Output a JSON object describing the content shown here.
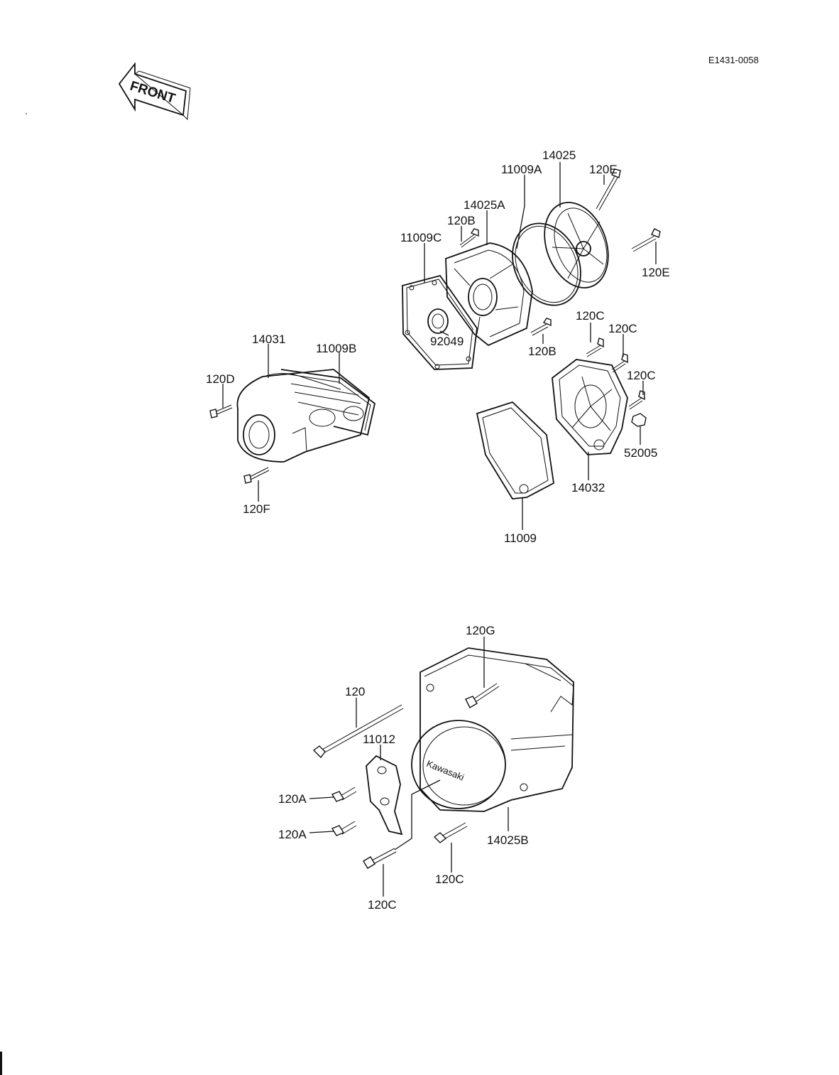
{
  "diagram_code": "E1431-0058",
  "front_arrow_label": "FRONT",
  "callouts": {
    "c14025": "14025",
    "c120E_top": "120E",
    "c11009A": "11009A",
    "c14025A": "14025A",
    "c120B_top": "120B",
    "c11009C": "11009C",
    "c120E_right": "120E",
    "c120C_1": "120C",
    "c120C_2": "120C",
    "c120C_3": "120C",
    "c92049": "92049",
    "c120B_bottom": "120B",
    "c14031": "14031",
    "c11009B": "11009B",
    "c120D": "120D",
    "c120F": "120F",
    "c52005": "52005",
    "c14032": "14032",
    "c11009": "11009",
    "c120G": "120G",
    "c120": "120",
    "c11012": "11012",
    "c120A_1": "120A",
    "c120A_2": "120A",
    "c14025B": "14025B",
    "c120C_4": "120C",
    "c120C_5": "120C"
  },
  "cover_logo_text": "Kawasaki"
}
